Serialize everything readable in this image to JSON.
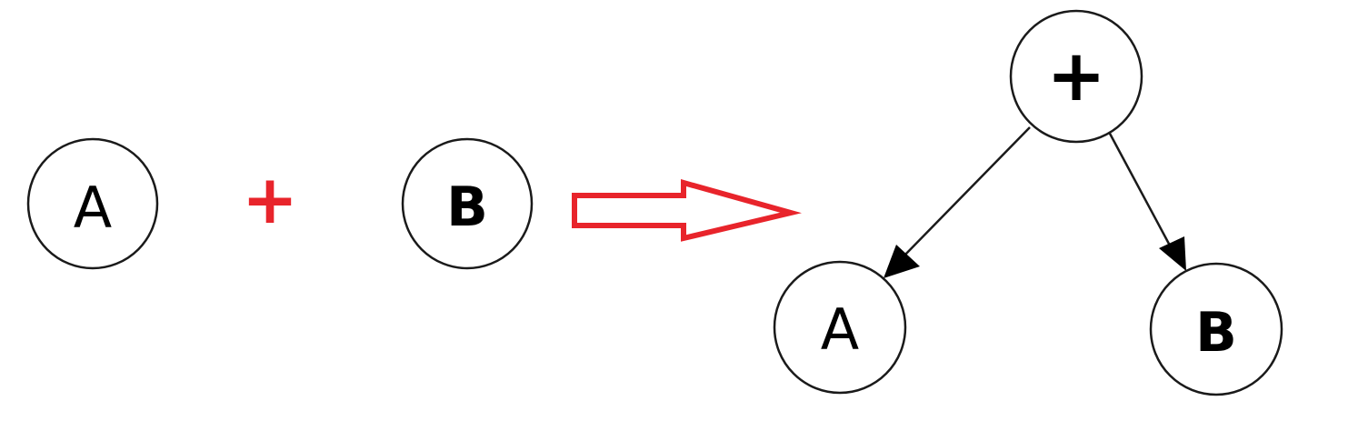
{
  "expression": {
    "left_operand": "A",
    "operator": "+",
    "right_operand": "B"
  },
  "tree": {
    "root": "+",
    "left_child": "A",
    "right_child": "B"
  },
  "colors": {
    "operator": "#e8242b",
    "transform_arrow": "#e8242b",
    "node_stroke": "#1a1a1a",
    "edge": "#1a1a1a"
  }
}
